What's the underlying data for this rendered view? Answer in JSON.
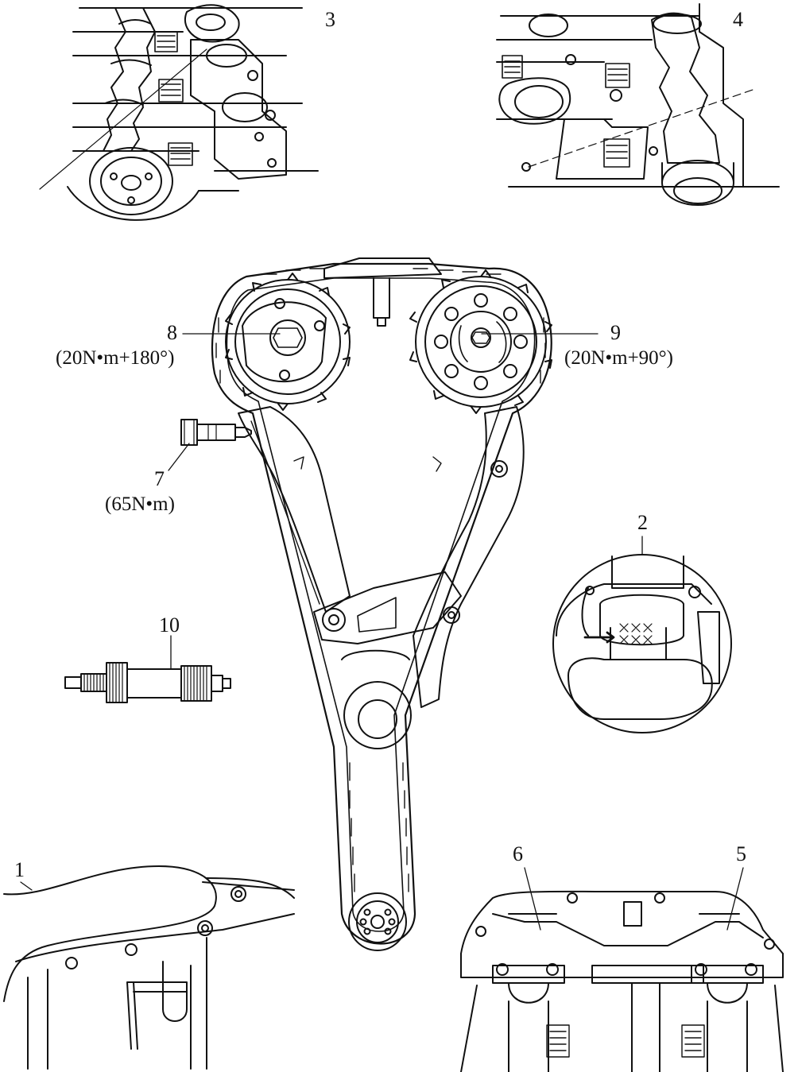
{
  "labels": {
    "n1": "1",
    "n2": "2",
    "n3": "3",
    "n4": "4",
    "n5": "5",
    "n6": "6",
    "n7": "7",
    "n8": "8",
    "n9": "9",
    "n10": "10"
  },
  "torque": {
    "t7": "(65N•m)",
    "t8": "(20N•m+180°)",
    "t9": "(20N•m+90°)"
  },
  "colors": {
    "ink": "#111111",
    "paper": "#ffffff"
  }
}
